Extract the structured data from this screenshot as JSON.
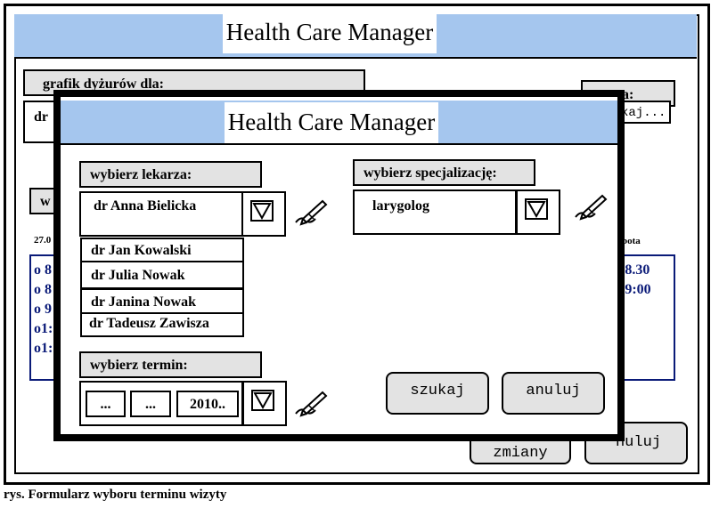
{
  "app": {
    "title": "Health Care Manager"
  },
  "background_window": {
    "title": "Health Care Manager",
    "schedule_label": "grafik dyżurów dla:",
    "doctor_field_prefix": "dr",
    "top_right_label": "a:",
    "top_right_field": "kaj...",
    "left_label_fragment": "w",
    "date_left": "27.0",
    "day_right": "bota",
    "left_times": [
      "o 8",
      "o 8",
      "o 9",
      "o1:",
      "o1:"
    ],
    "right_times": [
      "-8.30",
      "-9:00"
    ],
    "changes_button": "zmiany",
    "cancel_button_fragment": "nuluj"
  },
  "dialog": {
    "title": "Health Care Manager",
    "doctor": {
      "label": "wybierz lekarza:",
      "selected": "dr Anna Bielicka",
      "options": [
        "dr Jan Kowalski",
        "dr Julia Nowak",
        "dr Janina Nowak",
        "dr Tadeusz Zawisza"
      ]
    },
    "specialization": {
      "label": "wybierz specjalizację:",
      "selected": "larygolog"
    },
    "date": {
      "label": "wybierz termin:",
      "day": "...",
      "month": "...",
      "year": "2010.."
    },
    "search_button": "szukaj",
    "cancel_button": "anuluj"
  },
  "caption": "rys. Formularz wyboru terminu wizyty",
  "colors": {
    "titlebar": "#a5c6ee",
    "label_bg": "#e3e3e3",
    "schedule_text": "#0a1a78"
  }
}
